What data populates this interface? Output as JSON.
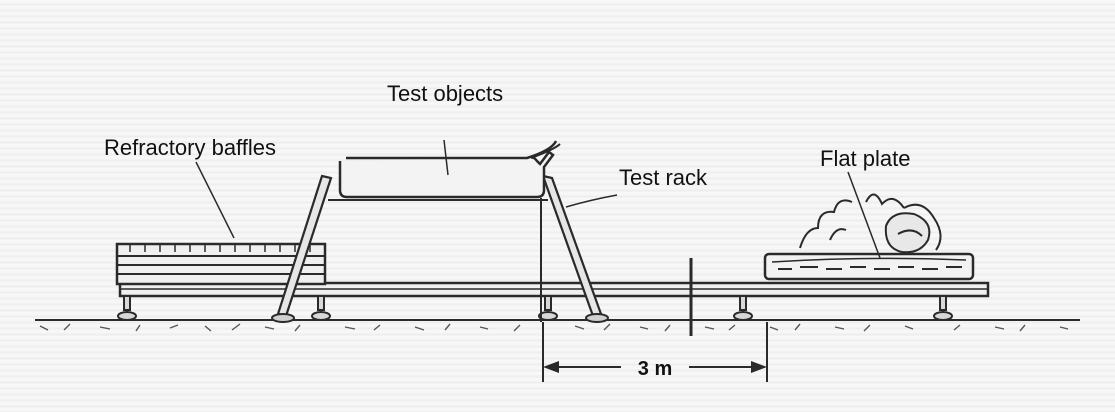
{
  "labels": {
    "test_objects": "Test objects",
    "refractory_baffles": "Refractory baffles",
    "test_rack": "Test rack",
    "flat_plate": "Flat plate",
    "distance": "3 m"
  },
  "colors": {
    "ink": "#2a2a2a",
    "text": "#111111"
  }
}
